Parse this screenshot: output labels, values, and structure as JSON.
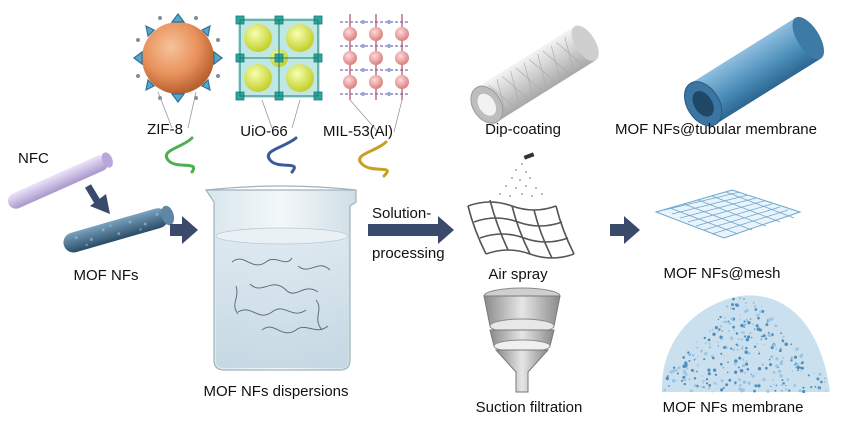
{
  "labels": {
    "zif8": "ZIF-8",
    "uio66": "UiO-66",
    "mil53": "MIL-53(Al)",
    "nfc": "NFC",
    "mof_nfs": "MOF NFs",
    "dispersions": "MOF NFs dispersions",
    "solution": "Solution-",
    "processing": "processing",
    "dip_coating": "Dip-coating",
    "air_spray": "Air spray",
    "suction": "Suction filtration",
    "tubular": "MOF NFs@tubular membrane",
    "mesh": "MOF NFs@mesh",
    "membrane": "MOF NFs membrane"
  },
  "colors": {
    "zif_sphere": "#e8905a",
    "uio_sphere": "#d9e84a",
    "uio_cage": "#3fb8b0",
    "mil_sphere": "#f0a0a0",
    "nfc_rod": "#cdbfe8",
    "mof_rod": "#3d6a8a",
    "tube_blue": "#4a8cb8",
    "tube_grey": "#d8d8d8",
    "arrow": "#3a4a6a",
    "strand_zif": "#4caf50",
    "strand_uio": "#3a5a9a",
    "strand_mil": "#c8a020",
    "particles": "#6aa6cf"
  }
}
